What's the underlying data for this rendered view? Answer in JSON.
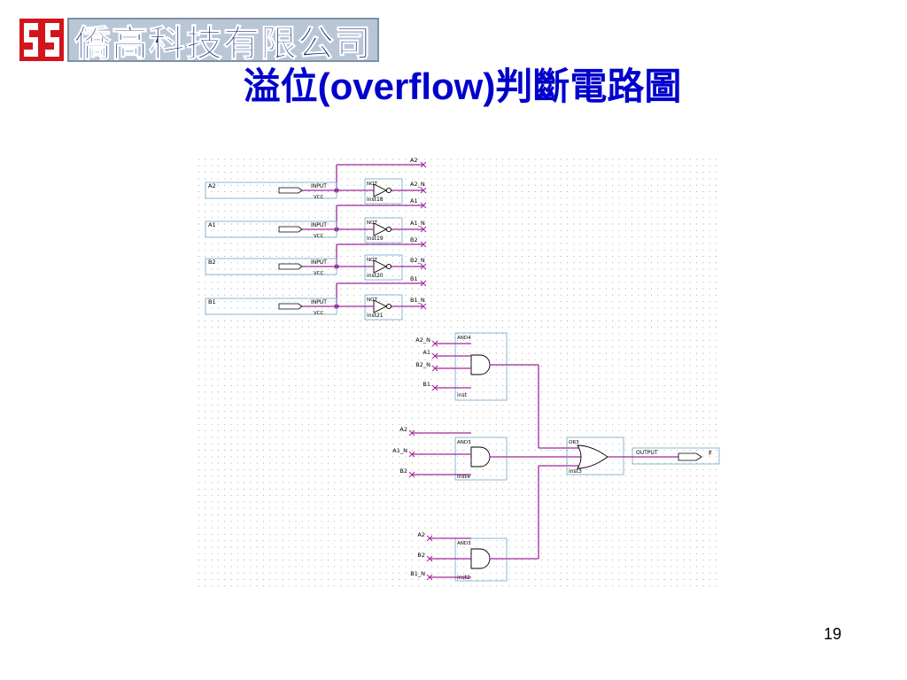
{
  "header": {
    "company_name": "僑高科技有限公司",
    "logo_mark": "red-square-logo",
    "title": "溢位(overflow)判斷電路圖"
  },
  "diagram": {
    "inputs": [
      {
        "name": "A2",
        "pin_label": "INPUT",
        "vcc_label": "VCC"
      },
      {
        "name": "A1",
        "pin_label": "INPUT",
        "vcc_label": "VCC"
      },
      {
        "name": "B2",
        "pin_label": "INPUT",
        "vcc_label": "VCC"
      },
      {
        "name": "B1",
        "pin_label": "INPUT",
        "vcc_label": "VCC"
      }
    ],
    "not_gates": [
      {
        "type": "NOT",
        "inst": "inst18",
        "out": "A2_N",
        "tap": "A2"
      },
      {
        "type": "NOT",
        "inst": "inst19",
        "out": "A1_N",
        "tap": "A1"
      },
      {
        "type": "NOT",
        "inst": "inst20",
        "out": "B2_N",
        "tap": "B2"
      },
      {
        "type": "NOT",
        "inst": "inst21",
        "out": "B1_N",
        "tap": "B1"
      }
    ],
    "and_gates": [
      {
        "type": "AND4",
        "inst": "inst",
        "inputs": [
          "A2_N",
          "A1",
          "B2_N",
          "B1"
        ]
      },
      {
        "type": "AND3",
        "inst": "inst4",
        "inputs": [
          "A2",
          "A1_N",
          "B2"
        ]
      },
      {
        "type": "AND3",
        "inst": "inst2",
        "inputs": [
          "A2",
          "B2",
          "B1_N"
        ]
      }
    ],
    "or_gate": {
      "type": "OR3",
      "inst": "inst3"
    },
    "output": {
      "pin_label": "OUTPUT",
      "name": "F"
    },
    "colors": {
      "wire": "#a0269a",
      "box": "#6fa6c8",
      "grid": "#9a9a9a",
      "node": "#a0269a"
    }
  },
  "footer": {
    "page_number": "19"
  }
}
